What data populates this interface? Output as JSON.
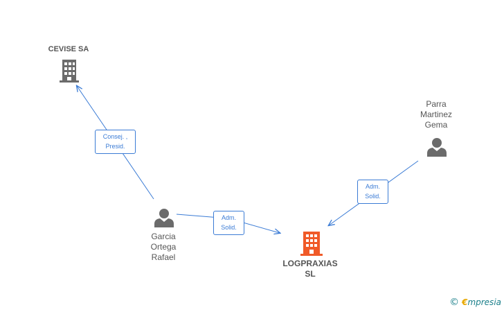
{
  "nodes": {
    "cevise": {
      "label": "CEVISE SA"
    },
    "logpraxias": {
      "line1": "LOGPRAXIAS",
      "line2": "SL"
    },
    "garcia": {
      "line1": "Garcia",
      "line2": "Ortega",
      "line3": "Rafael"
    },
    "parra": {
      "line1": "Parra",
      "line2": "Martinez",
      "line3": "Gema"
    }
  },
  "edges": {
    "garcia_cevise": {
      "line1": "Consej. ,",
      "line2": "Presid."
    },
    "garcia_logpraxias": {
      "line1": "Adm.",
      "line2": "Solid."
    },
    "parra_logpraxias": {
      "line1": "Adm.",
      "line2": "Solid."
    }
  },
  "brand": {
    "copyright": "©",
    "initial": "€",
    "rest": "mpresia"
  },
  "colors": {
    "edge": "#3a7bd5",
    "building_gray": "#6b6b6b",
    "building_main": "#f05a28",
    "person": "#6b6b6b"
  }
}
